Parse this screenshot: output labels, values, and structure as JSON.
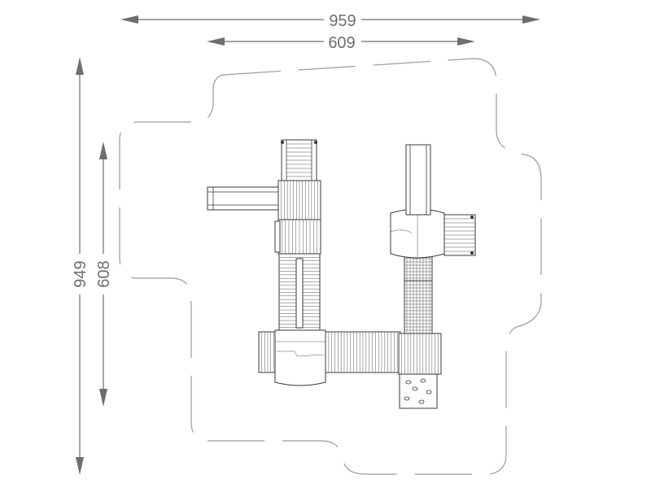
{
  "dimensions": {
    "outer_width": "959",
    "inner_width": "609",
    "outer_height": "949",
    "inner_height": "608"
  }
}
